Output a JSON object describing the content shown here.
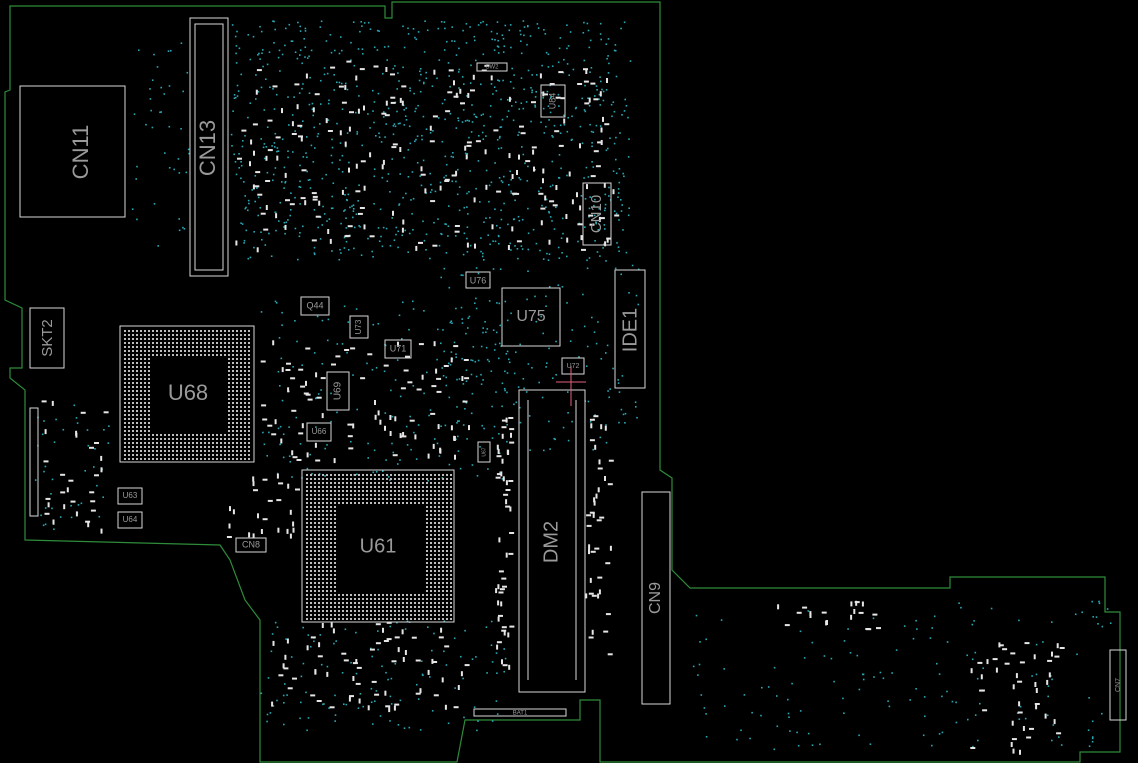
{
  "board": {
    "outline_color": "#2e8b3a",
    "silk_color": "#d8d8d8",
    "label_color": "#9a9a9a",
    "via_color": "#2aa7b4",
    "pad_color": "#e6e6e6",
    "marker_color": "#e0607a"
  },
  "labels": {
    "cn11": "CN11",
    "cn13": "CN13",
    "cn10": "CN10",
    "ide1": "IDE1",
    "skt2": "SKT2",
    "u68": "U68",
    "u61": "U61",
    "u75": "U75",
    "u76": "U76",
    "u84": "U84",
    "u72": "U72",
    "u73": "U73",
    "u71": "U71",
    "u69": "U69",
    "u66": "U66",
    "u63": "U63",
    "u64": "U64",
    "q44": "Q44",
    "cn8": "CN8",
    "dm2": "DM2",
    "cn9": "CN9",
    "cn7": "CN7",
    "sw2": "SW2",
    "bat1": "BAT1",
    "u67": "U67"
  }
}
